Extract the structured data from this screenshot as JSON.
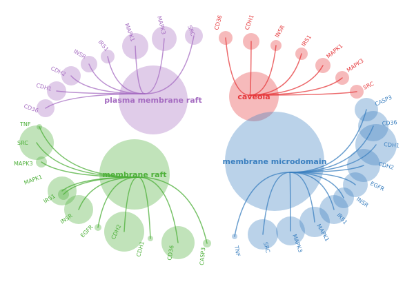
{
  "clusters": [
    {
      "key": "plasma",
      "label": "plasma membrane raft",
      "color": "#a56cc1",
      "leaves": [
        "CD36",
        "CDH1",
        "CDH2",
        "INSR",
        "IRS1",
        "MAPK1",
        "MAPK3",
        "SRC"
      ]
    },
    {
      "key": "caveola",
      "label": "caveola",
      "color": "#e5383b",
      "leaves": [
        "CD36",
        "CDH1",
        "INSR",
        "IRS1",
        "MAPK1",
        "MAPK3",
        "SRC"
      ]
    },
    {
      "key": "raft",
      "label": "membrane raft",
      "color": "#4caf38",
      "leaves": [
        "TNF",
        "SRC",
        "MAPK3",
        "MAPK1",
        "IRS1",
        "INSR",
        "EGFR",
        "CDH2",
        "CDH1",
        "CD36",
        "CASP3"
      ]
    },
    {
      "key": "micro",
      "label": "membrane microdomain",
      "color": "#3a7fbf",
      "leaves": [
        "CASP3",
        "CD36",
        "CDH1",
        "CDH2",
        "EGFR",
        "INSR",
        "IRS1",
        "MAPK1",
        "MAPK3",
        "SRC",
        "TNF"
      ]
    }
  ]
}
